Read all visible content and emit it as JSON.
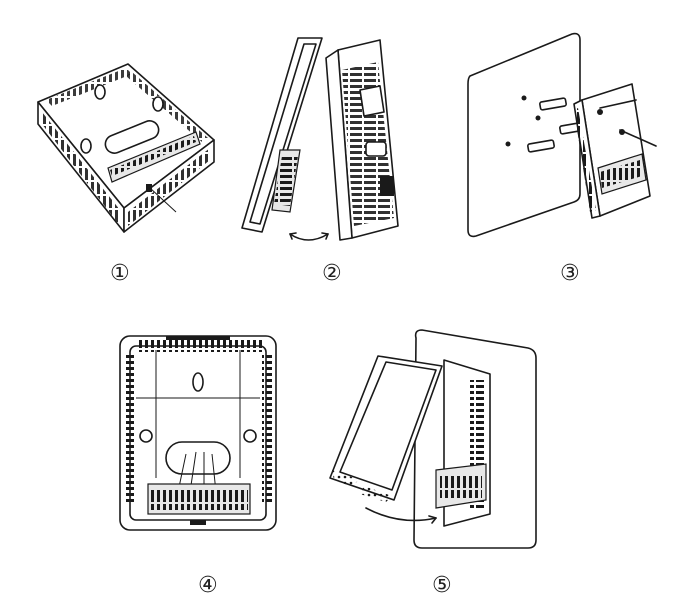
{
  "steps": [
    {
      "label": "①"
    },
    {
      "label": "②"
    },
    {
      "label": "③"
    },
    {
      "label": "④"
    },
    {
      "label": "⑤"
    }
  ]
}
